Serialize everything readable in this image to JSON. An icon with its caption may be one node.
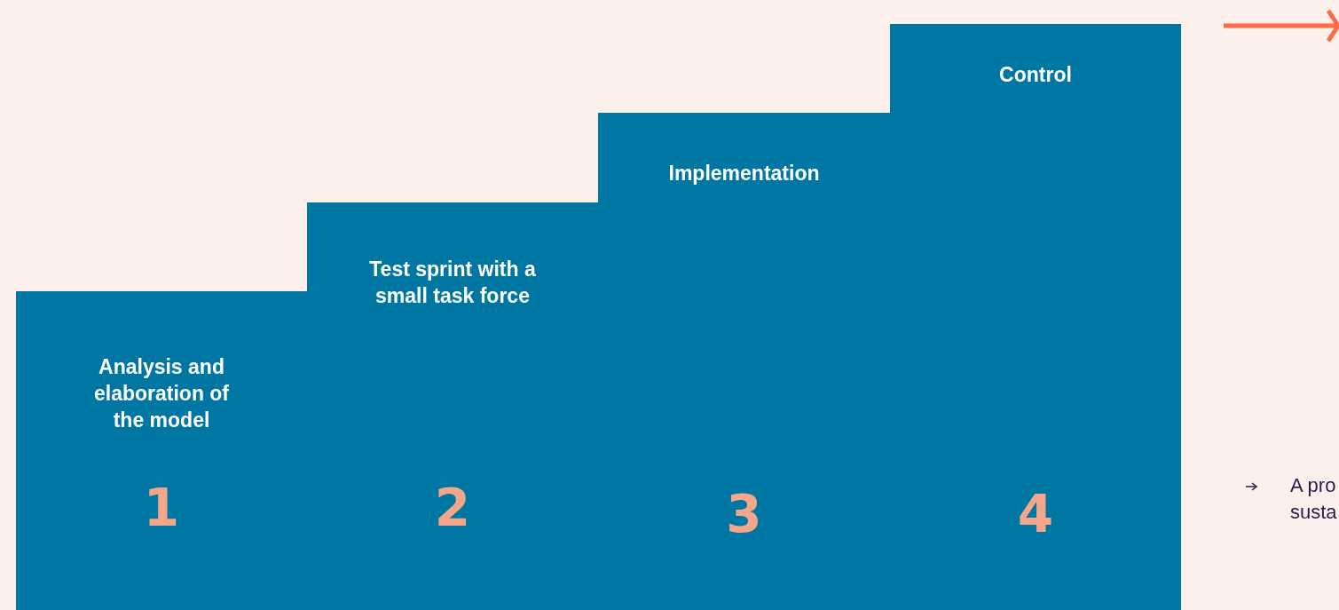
{
  "diagram": {
    "nodes": [
      {
        "text": [
          "Analysis and elaboration of the model",
          "1"
        ]
      },
      {
        "text": [
          "Test sprint with a small task force",
          "2"
        ]
      },
      {
        "text": [
          "Implementation",
          "3"
        ]
      },
      {
        "text": [
          "Control",
          "4"
        ]
      }
    ],
    "edges": [],
    "labels": [
      "A pro susta"
    ]
  }
}
